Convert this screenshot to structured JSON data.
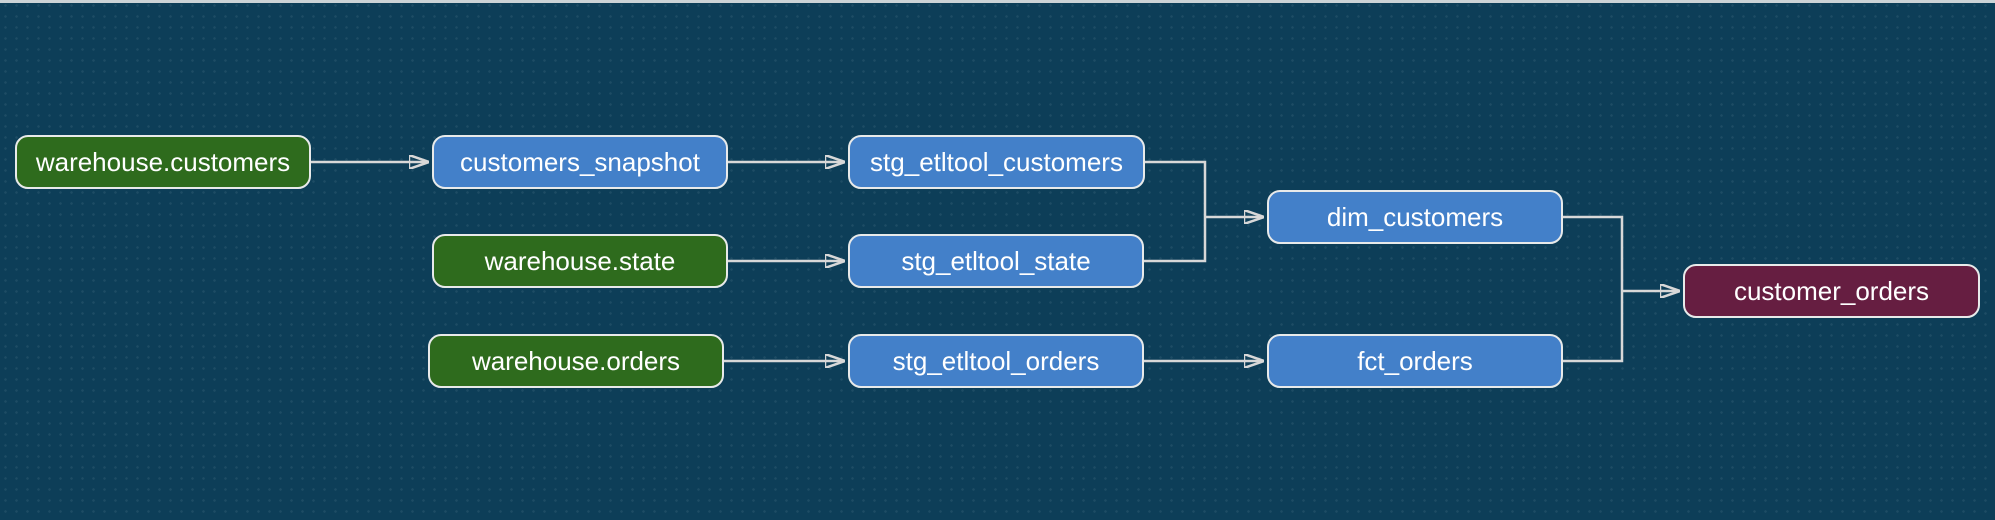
{
  "diagram": {
    "type": "lineage-dag",
    "nodes": [
      {
        "id": "warehouse.customers",
        "label": "warehouse.customers",
        "type": "source"
      },
      {
        "id": "customers_snapshot",
        "label": "customers_snapshot",
        "type": "model"
      },
      {
        "id": "stg_etltool_customers",
        "label": "stg_etltool_customers",
        "type": "model"
      },
      {
        "id": "warehouse.state",
        "label": "warehouse.state",
        "type": "source"
      },
      {
        "id": "stg_etltool_state",
        "label": "stg_etltool_state",
        "type": "model"
      },
      {
        "id": "dim_customers",
        "label": "dim_customers",
        "type": "model"
      },
      {
        "id": "warehouse.orders",
        "label": "warehouse.orders",
        "type": "source"
      },
      {
        "id": "stg_etltool_orders",
        "label": "stg_etltool_orders",
        "type": "model"
      },
      {
        "id": "fct_orders",
        "label": "fct_orders",
        "type": "model"
      },
      {
        "id": "customer_orders",
        "label": "customer_orders",
        "type": "exposure"
      }
    ],
    "edges": [
      {
        "from": "warehouse.customers",
        "to": "customers_snapshot"
      },
      {
        "from": "customers_snapshot",
        "to": "stg_etltool_customers"
      },
      {
        "from": "stg_etltool_customers",
        "to": "dim_customers"
      },
      {
        "from": "warehouse.state",
        "to": "stg_etltool_state"
      },
      {
        "from": "stg_etltool_state",
        "to": "dim_customers"
      },
      {
        "from": "warehouse.orders",
        "to": "stg_etltool_orders"
      },
      {
        "from": "stg_etltool_orders",
        "to": "fct_orders"
      },
      {
        "from": "dim_customers",
        "to": "customer_orders"
      },
      {
        "from": "fct_orders",
        "to": "customer_orders"
      }
    ]
  },
  "colors": {
    "bg": "#0d3e58",
    "source_green": "#2e6b1d",
    "model_blue": "#4380c9",
    "exposure_maroon": "#661e41",
    "edge_color": "#d8d8d8",
    "node_border": "#e8eaea",
    "node_text": "#ffffff",
    "top_strip": "#ccd3d6"
  }
}
